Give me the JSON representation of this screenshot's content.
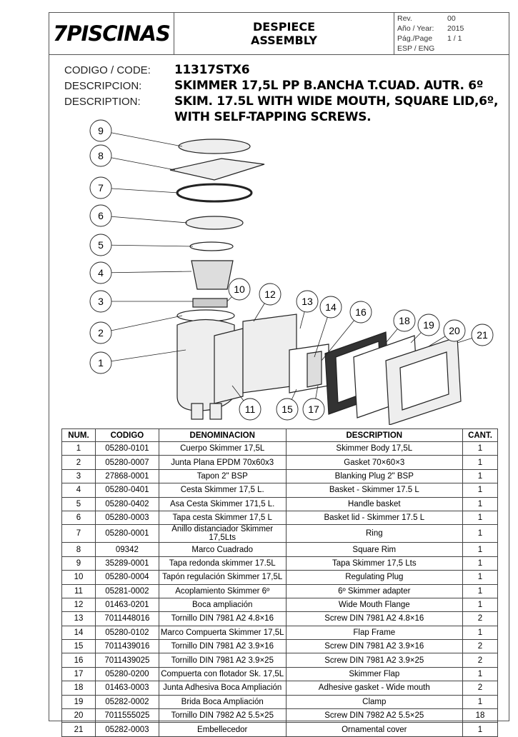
{
  "header": {
    "logo": "7PISCINAS",
    "title_es": "DESPIECE",
    "title_en": "ASSEMBLY",
    "meta": [
      {
        "label": "Rev.",
        "value": "00"
      },
      {
        "label": "Año / Year:",
        "value": "2015"
      },
      {
        "label": "Pág./Page",
        "value": "1 / 1"
      },
      {
        "label": "ESP / ENG",
        "value": ""
      }
    ]
  },
  "info": {
    "code_label": "CODIGO / CODE:",
    "code": "11317STX6",
    "desc_es_label": "DESCRIPCION:",
    "desc_es": "SKIMMER 17,5L PP B.ANCHA T.CUAD. AUTR. 6º",
    "desc_en_label": "DESCRIPTION:",
    "desc_en_1": "SKIM. 17.5L WITH WIDE MOUTH, SQUARE LID,6º,",
    "desc_en_2": "WITH SELF-TAPPING SCREWS."
  },
  "callouts": [
    "1",
    "2",
    "3",
    "4",
    "5",
    "6",
    "7",
    "8",
    "9",
    "10",
    "11",
    "12",
    "13",
    "14",
    "15",
    "16",
    "17",
    "18",
    "19",
    "20",
    "21"
  ],
  "table": {
    "headers": [
      "NUM.",
      "CODIGO",
      "DENOMINACION",
      "DESCRIPTION",
      "CANT."
    ],
    "rows": [
      [
        "1",
        "05280-0101",
        "Cuerpo Skimmer 17,5L",
        "Skimmer Body 17,5L",
        "1"
      ],
      [
        "2",
        "05280-0007",
        "Junta Plana EPDM 70x60x3",
        "Gasket 70×60×3",
        "1"
      ],
      [
        "3",
        "27868-0001",
        "Tapon 2\" BSP",
        "Blanking Plug 2\" BSP",
        "1"
      ],
      [
        "4",
        "05280-0401",
        "Cesta Skimmer 17,5 L.",
        "Basket - Skimmer 17.5 L",
        "1"
      ],
      [
        "5",
        "05280-0402",
        "Asa Cesta Skimmer 171,5 L.",
        "Handle basket",
        "1"
      ],
      [
        "6",
        "05280-0003",
        "Tapa cesta Skimmer 17,5 L",
        "Basket lid - Skimmer 17.5 L",
        "1"
      ],
      [
        "7",
        "05280-0001",
        "Anillo distanciador Skimmer 17,5Lts",
        "Ring",
        "1"
      ],
      [
        "8",
        "09342",
        "Marco Cuadrado",
        "Square Rim",
        "1"
      ],
      [
        "9",
        "35289-0001",
        "Tapa redonda skimmer 17.5L",
        "Tapa Skimmer 17,5 Lts",
        "1"
      ],
      [
        "10",
        "05280-0004",
        "Tapón regulación Skimmer 17,5L",
        "Regulating Plug",
        "1"
      ],
      [
        "11",
        "05281-0002",
        "Acoplamiento Skimmer 6º",
        "6º Skimmer adapter",
        "1"
      ],
      [
        "12",
        "01463-0201",
        "Boca ampliación",
        "Wide Mouth Flange",
        "1"
      ],
      [
        "13",
        "7011448016",
        "Tornillo DIN 7981 A2 4.8×16",
        "Screw DIN 7981 A2 4.8×16",
        "2"
      ],
      [
        "14",
        "05280-0102",
        "Marco Compuerta Skimmer 17,5L",
        "Flap Frame",
        "1"
      ],
      [
        "15",
        "7011439016",
        "Tornillo DIN 7981 A2 3.9×16",
        "Screw DIN 7981 A2 3.9×16",
        "2"
      ],
      [
        "16",
        "7011439025",
        "Tornillo DIN 7981 A2 3.9×25",
        "Screw DIN 7981 A2 3.9×25",
        "2"
      ],
      [
        "17",
        "05280-0200",
        "Compuerta con flotador Sk. 17,5L",
        "Skimmer Flap",
        "1"
      ],
      [
        "18",
        "01463-0003",
        "Junta Adhesiva Boca Ampliación",
        "Adhesive gasket - Wide mouth",
        "2"
      ],
      [
        "19",
        "05282-0002",
        "Brida Boca Ampliación",
        "Clamp",
        "1"
      ],
      [
        "20",
        "7011555025",
        "Tornillo DIN 7982 A2 5.5×25",
        "Screw DIN 7982 A2 5.5×25",
        "18"
      ],
      [
        "21",
        "05282-0003",
        "Embellecedor",
        "Ornamental cover",
        "1"
      ]
    ]
  }
}
